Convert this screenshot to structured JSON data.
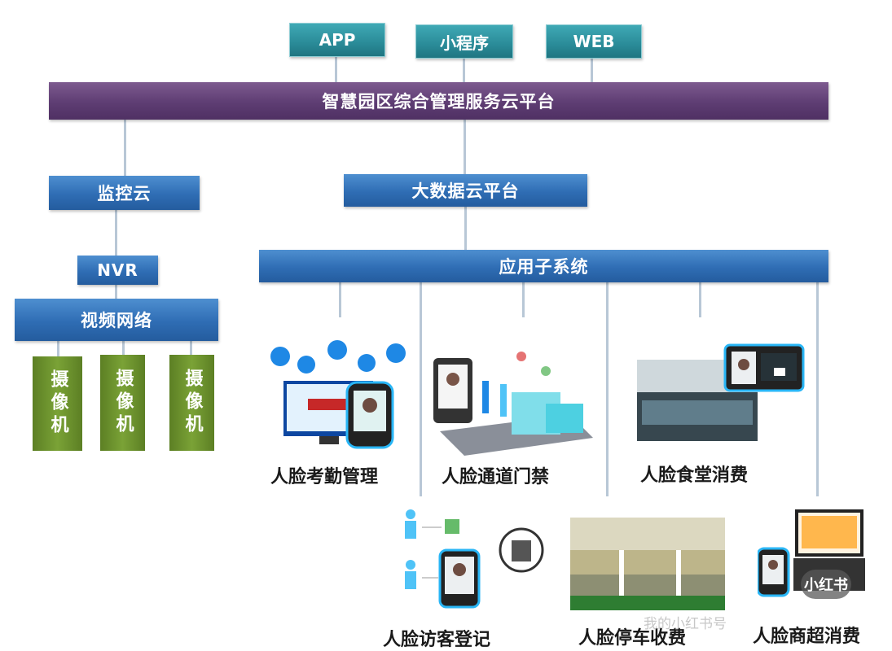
{
  "top": {
    "app": "APP",
    "mini": "小程序",
    "web": "WEB"
  },
  "platform": "智慧园区综合管理服务云平台",
  "monitor_cloud": "监控云",
  "bigdata": "大数据云平台",
  "nvr": "NVR",
  "app_subsystem": "应用子系统",
  "video_network": "视频网络",
  "camera": "摄像机",
  "systems": {
    "attendance": "人脸考勤管理",
    "access": "人脸通道门禁",
    "canteen": "人脸食堂消费",
    "visitor": "人脸访客登记",
    "parking": "人脸停车收费",
    "supermarket": "人脸商超消费"
  },
  "watermark": {
    "badge": "小红书",
    "text": "我的小红书号"
  },
  "colors": {
    "teal": "#2a8b98",
    "purple": "#5e3d73",
    "blue": "#2f6db4",
    "green": "#6c9130"
  }
}
